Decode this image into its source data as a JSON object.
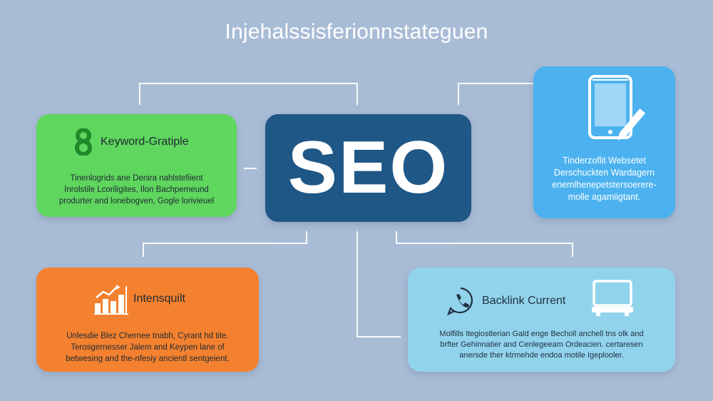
{
  "header": {
    "title": "Injehalssisferionnstateguen"
  },
  "center": {
    "label": "SEO"
  },
  "cards": {
    "keyword": {
      "title": "Keyword-Gratiple",
      "lines": [
        "Tinenlogrids ane Denira nahlstefiient",
        "Inrolstile Lcoriligites, Ilon Bachpemeund",
        "produrter and lonebogven, Gogle lorivieuel"
      ],
      "color": "#5fd65e"
    },
    "intensquilt": {
      "title": "Intensquilt",
      "lines": [
        "Unlesdie Blez Chernee tnabh, Cyrant hd tite.",
        "Terosgernesser Jalem and Keypen lane of",
        "betwesing and the-nfesiy ancientl sentgeient."
      ],
      "color": "#f4812f"
    },
    "mobile": {
      "lines": [
        "Tinderzoflit Websetet",
        "Derschuckten Wardagern",
        "enemlhenepetstersoerere-",
        "molle agamiigtant."
      ],
      "color": "#4cb2ef"
    },
    "backlink": {
      "title": "Backlink Current",
      "lines": [
        "Molfills Itegiostlerian Gald enge Becholl anchell tns olk and",
        "brfter Gehinnatier and Cenlegeeam Ordeacien. certaresen",
        "anersde ther ktrmehde endoa motile Igeplooler."
      ],
      "color": "#92d3ec"
    }
  },
  "icons": {
    "keyword": "number-eight-icon",
    "intensquilt": "bar-chart-growth-icon",
    "mobile": "smartphone-pen-icon",
    "backlink": "phone-circle-icon",
    "backlink_monitor": "monitor-icon"
  },
  "colors": {
    "background": "#a9bcd6",
    "seo": "#1f5786"
  }
}
